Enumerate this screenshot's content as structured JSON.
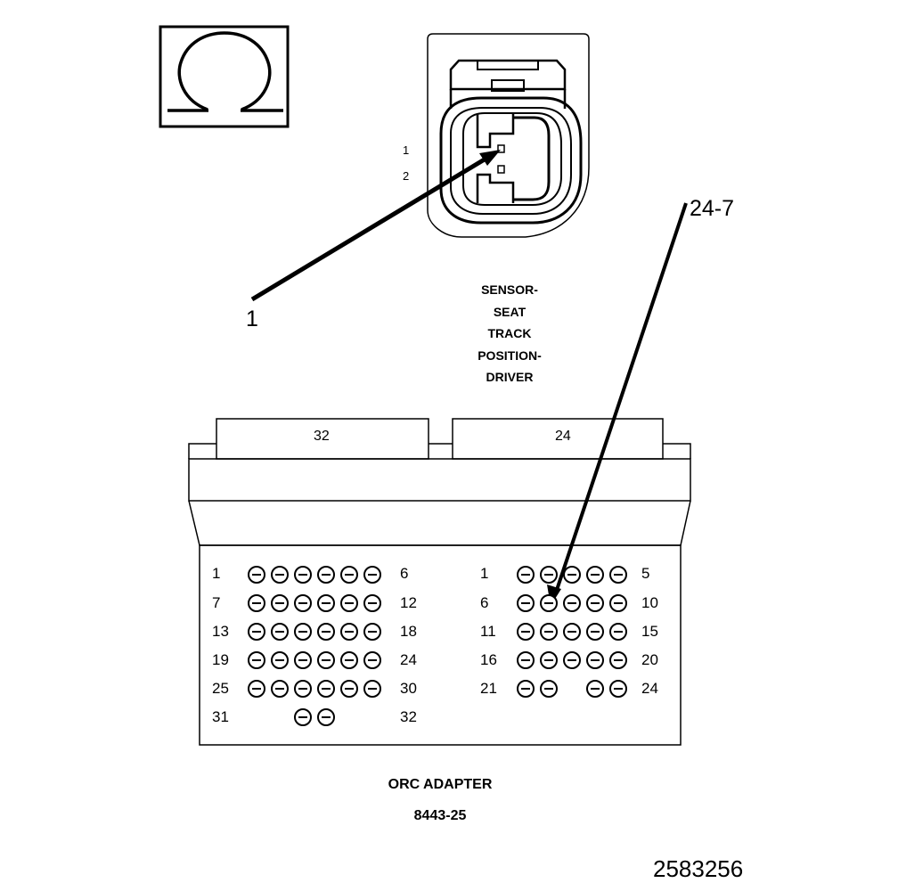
{
  "legend_icon": {
    "name": "ohm-icon",
    "meaning": "resistance measurement"
  },
  "sensor": {
    "pin_labels": [
      "1",
      "2"
    ],
    "title_lines": [
      "SENSOR-",
      "SEAT",
      "TRACK",
      "POSITION-",
      "DRIVER"
    ]
  },
  "callouts": {
    "sensor_pin": "1",
    "adapter_pin": "24-7"
  },
  "adapter": {
    "connector_tabs": [
      "32",
      "24"
    ],
    "left_block": {
      "rows": [
        {
          "start": "1",
          "end": "6",
          "holes": 6
        },
        {
          "start": "7",
          "end": "12",
          "holes": 6
        },
        {
          "start": "13",
          "end": "18",
          "holes": 6
        },
        {
          "start": "19",
          "end": "24",
          "holes": 6
        },
        {
          "start": "25",
          "end": "30",
          "holes": 6
        },
        {
          "start": "31",
          "end": "32",
          "holes": 2
        }
      ]
    },
    "right_block": {
      "rows": [
        {
          "start": "1",
          "end": "5",
          "holes": 5
        },
        {
          "start": "6",
          "end": "10",
          "holes": 5
        },
        {
          "start": "11",
          "end": "15",
          "holes": 5
        },
        {
          "start": "16",
          "end": "20",
          "holes": 5
        },
        {
          "start": "21",
          "end": "24",
          "holes": 4
        }
      ]
    },
    "name": "ORC ADAPTER",
    "part_number": "8443-25"
  },
  "figure_number": "2583256",
  "colors": {
    "line": "#000000",
    "background": "#ffffff"
  }
}
